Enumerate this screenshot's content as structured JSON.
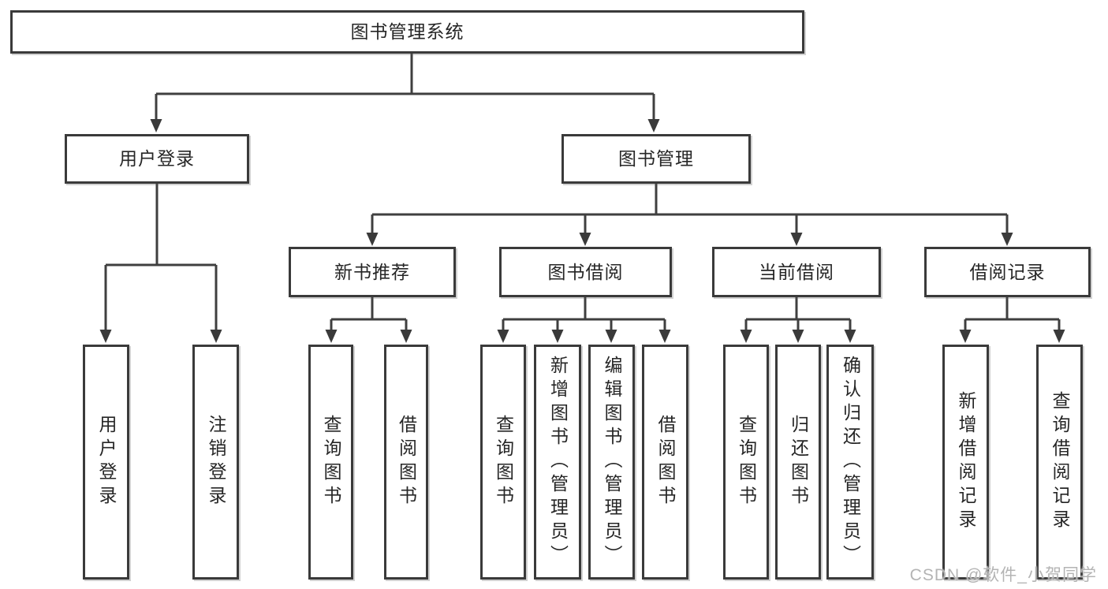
{
  "diagram": {
    "title": "图书管理系统",
    "nodes": {
      "root": "图书管理系统",
      "user_login": "用户登录",
      "book_management": "图书管理",
      "new_book_recommend": "新书推荐",
      "book_borrow": "图书借阅",
      "current_borrow": "当前借阅",
      "borrow_record": "借阅记录",
      "leaf_user_login": "用户登录",
      "leaf_logout": "注销登录",
      "leaf_recommend_query_book": "查询图书",
      "leaf_recommend_borrow_book": "借阅图书",
      "leaf_borrow_query_book": "查询图书",
      "leaf_borrow_add_book": "新增图书（管理员）",
      "leaf_borrow_edit_book": "编辑图书（管理员）",
      "leaf_borrow_borrow_book": "借阅图书",
      "leaf_current_query_book": "查询图书",
      "leaf_current_return_book": "归还图书",
      "leaf_current_confirm_return": "确认归还（管理员）",
      "leaf_record_add": "新增借阅记录",
      "leaf_record_query": "查询借阅记录"
    },
    "hierarchy": {
      "图书管理系统": {
        "用户登录": [
          "用户登录",
          "注销登录"
        ],
        "图书管理": {
          "新书推荐": [
            "查询图书",
            "借阅图书"
          ],
          "图书借阅": [
            "查询图书",
            "新增图书（管理员）",
            "编辑图书（管理员）",
            "借阅图书"
          ],
          "当前借阅": [
            "查询图书",
            "归还图书",
            "确认归还（管理员）"
          ],
          "借阅记录": [
            "新增借阅记录",
            "查询借阅记录"
          ]
        }
      }
    },
    "colors": {
      "line": "#3f3f3f",
      "border": "#3a3a3a",
      "text": "#262626",
      "background": "#ffffff",
      "watermark_text": "#b4b4b4"
    }
  },
  "watermark": "CSDN @软件_小贺同学"
}
